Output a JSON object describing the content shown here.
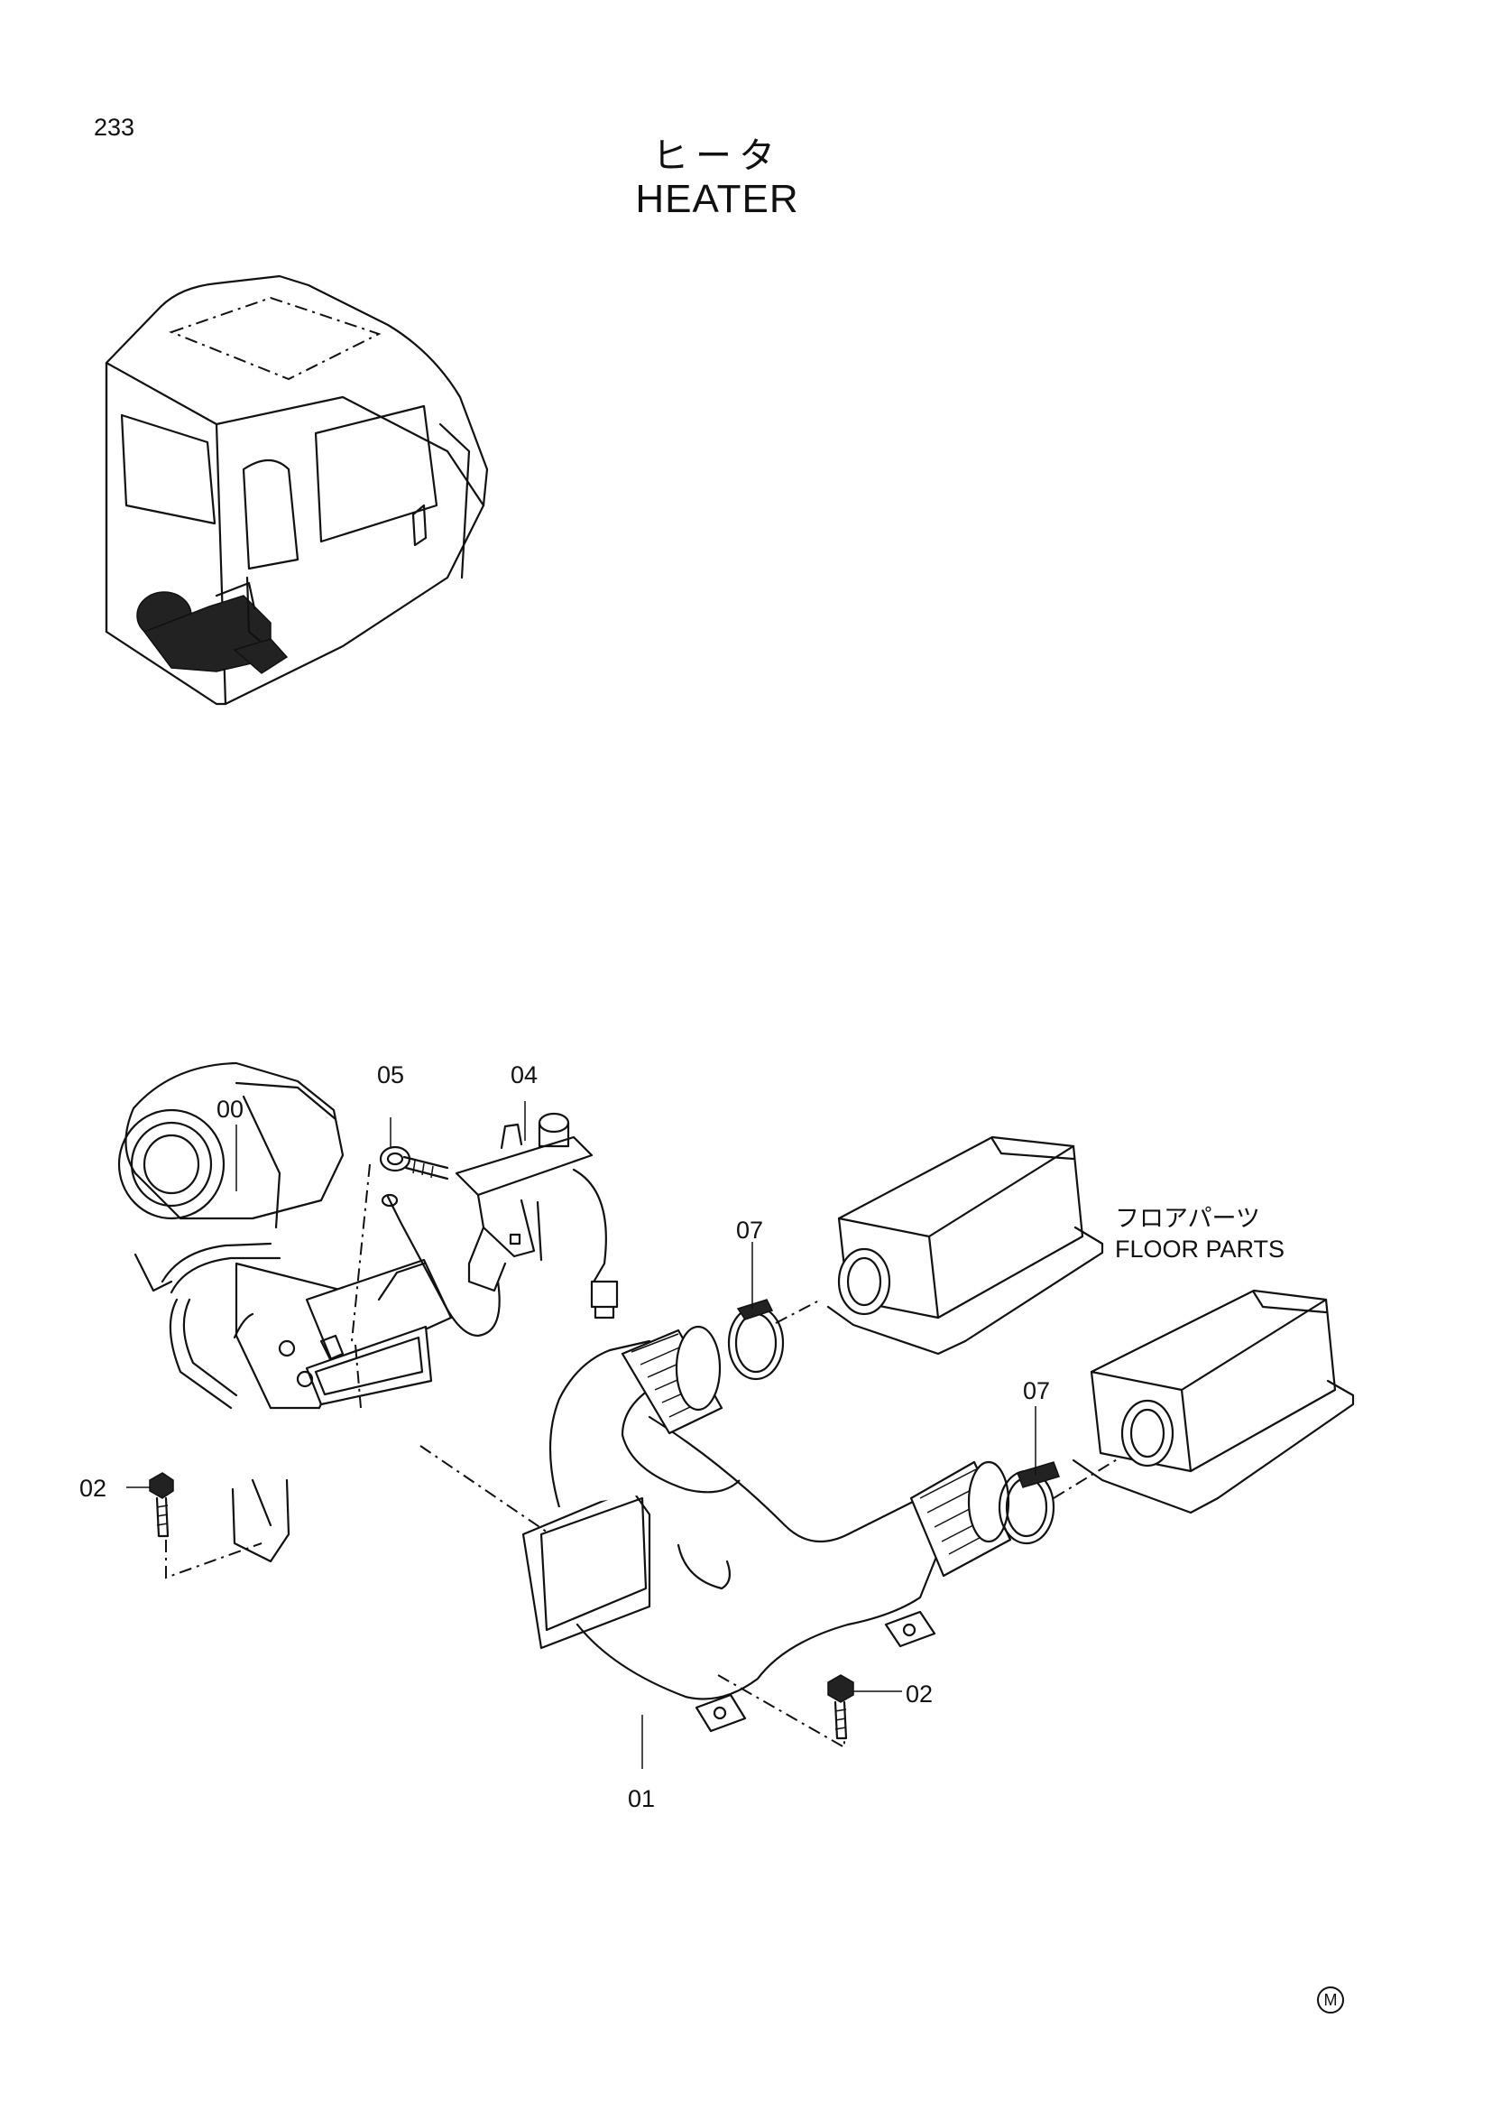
{
  "page": {
    "number": "233",
    "title_ja": "ヒータ",
    "title_en": "HEATER",
    "mark": "M"
  },
  "callouts": {
    "c00": "00",
    "c01": "01",
    "c02a": "02",
    "c02b": "02",
    "c04": "04",
    "c05": "05",
    "c07a": "07",
    "c07b": "07"
  },
  "floor_parts": {
    "ja": "フロアパーツ",
    "en": "FLOOR PARTS"
  }
}
